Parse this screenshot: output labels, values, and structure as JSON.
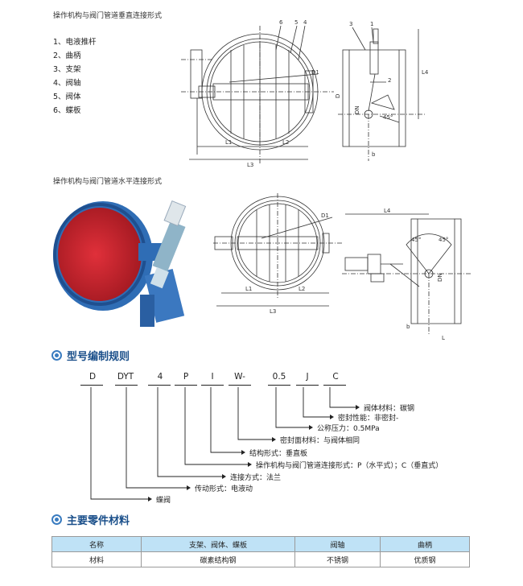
{
  "caption_vertical": "操作机构与阀门管道垂直连接形式",
  "caption_horizontal": "操作机构与阀门管道水平连接形式",
  "parts": [
    "1、电液推杆",
    "2、曲柄",
    "3、支架",
    "4、阀轴",
    "5、阀体",
    "6、蝶板"
  ],
  "drawing_labels": {
    "vertical_front": [
      "6",
      "5",
      "4",
      "D1",
      "L1",
      "L2",
      "L3"
    ],
    "vertical_side": [
      "3",
      "1",
      "2",
      "L4",
      "D",
      "DN",
      "45°",
      "b"
    ],
    "horizontal_front": [
      "D1",
      "L1",
      "L2",
      "L3"
    ],
    "horizontal_side": [
      "L4",
      "45°",
      "45°",
      "DN",
      "b",
      "L"
    ]
  },
  "model_section": {
    "title": "型号编制规则",
    "codes": [
      "D",
      "DYT",
      "4",
      "P",
      "I",
      "W-",
      "0.5",
      "J",
      "C"
    ],
    "descriptions": [
      "阀体材料：碳钢",
      "密封性能：非密封-",
      "公称压力：0.5MPa",
      "密封面材料：与阀体相同",
      "结构形式：垂直板",
      "操作机构与阀门管道连接形式：P（水平式）；C（垂直式）",
      "连接方式：法兰",
      "传动形式：电液动",
      "蝶阀"
    ]
  },
  "materials_section": {
    "title": "主要零件材料",
    "header": [
      "名称",
      "支架、阀体、蝶板",
      "阀轴",
      "曲柄"
    ],
    "row": [
      "材料",
      "碳素结构钢",
      "不锈钢",
      "优质钢"
    ]
  },
  "colors": {
    "accent": "#1a4f8a",
    "table_header": "#bfe2f6",
    "valve_red": "#c8232c",
    "valve_blue": "#2f6db5"
  }
}
